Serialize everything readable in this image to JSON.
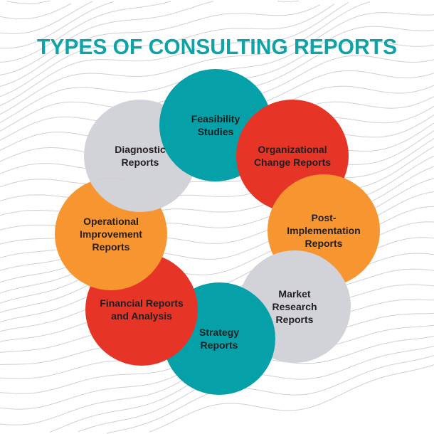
{
  "title": "TYPES OF CONSULTING REPORTS",
  "colors": {
    "title": "#0FA3A8",
    "teal": "#06A0A8",
    "red": "#E63426",
    "orange": "#F79631",
    "gray": "#D2D3D9",
    "text": "#231f20",
    "background_lines": "#CFCFD6"
  },
  "items": [
    {
      "lines": [
        "Diagnostic",
        "Reports"
      ],
      "color": "gray"
    },
    {
      "lines": [
        "Feasibility",
        "Studies"
      ],
      "color": "teal"
    },
    {
      "lines": [
        "Organizational",
        "Change Reports"
      ],
      "color": "red"
    },
    {
      "lines": [
        "Post-",
        "Implementation",
        "Reports"
      ],
      "color": "orange"
    },
    {
      "lines": [
        "Market",
        "Research",
        "Reports"
      ],
      "color": "gray"
    },
    {
      "lines": [
        "Strategy",
        "Reports"
      ],
      "color": "teal"
    },
    {
      "lines": [
        "Financial Reports",
        "and Analysis"
      ],
      "color": "red"
    },
    {
      "lines": [
        "Operational",
        "Improvement",
        "Reports"
      ],
      "color": "orange"
    }
  ]
}
